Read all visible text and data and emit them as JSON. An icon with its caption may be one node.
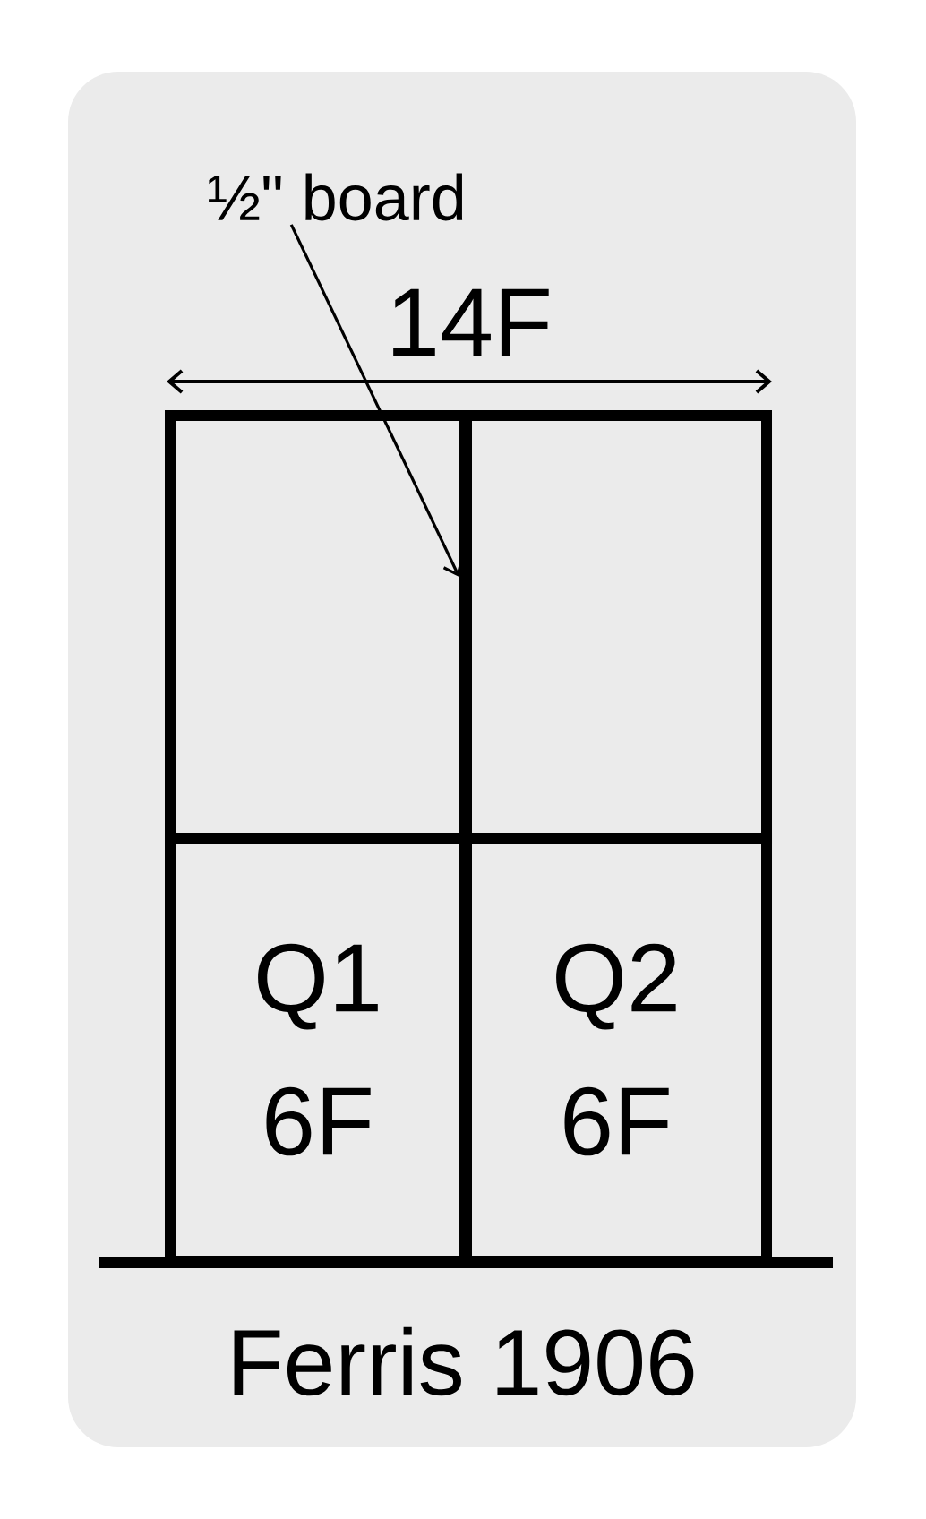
{
  "diagram": {
    "caption": "Ferris 1906",
    "nodes": [
      {
        "text": [
          "½\" board"
        ]
      },
      {
        "text": [],
        "shape": "bar"
      },
      {
        "text": [],
        "shape": "box"
      },
      {
        "text": [],
        "shape": "box"
      },
      {
        "text": [
          "Q1",
          "6F"
        ]
      },
      {
        "text": [
          "Q2",
          "6F"
        ]
      }
    ],
    "edges": [
      {
        "from": 0,
        "to": 1,
        "arrow": "to"
      }
    ],
    "labels": [
      "14F"
    ]
  }
}
